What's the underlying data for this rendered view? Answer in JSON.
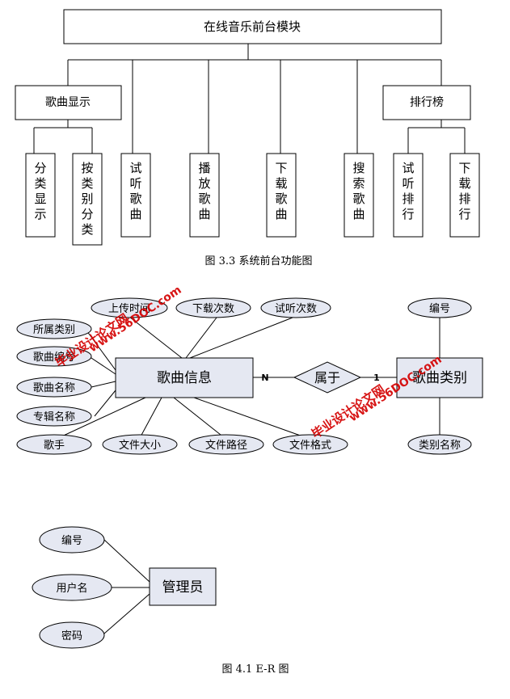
{
  "function_diagram": {
    "root": "在线音乐前台模块",
    "modules": {
      "song_display": "歌曲显示",
      "ranking": "排行榜"
    },
    "leaves": {
      "category_display": "分类显示",
      "by_category": "按类别分类",
      "try_listen": "试听歌曲",
      "play": "播放歌曲",
      "download": "下载歌曲",
      "search": "搜索歌曲",
      "listen_rank": "试听排行",
      "download_rank": "下载排行"
    },
    "caption": "图 3.3 系统前台功能图"
  },
  "er_diagram": {
    "song_entity": "歌曲信息",
    "relationship": "属于",
    "category_entity": "歌曲类别",
    "card_n": "N",
    "card_1": "1",
    "song_attributes": {
      "upload_time": "上传时间",
      "download_count": "下载次数",
      "listen_count": "试听次数",
      "category_ref": "所属类别",
      "song_number": "歌曲编号",
      "song_name": "歌曲名称",
      "album_name": "专辑名称",
      "singer": "歌手",
      "file_size": "文件大小",
      "file_path": "文件路径",
      "file_format": "文件格式"
    },
    "category_attributes": {
      "id": "编号",
      "name": "类别名称"
    },
    "admin_entity": "管理员",
    "admin_attributes": {
      "id": "编号",
      "username": "用户名",
      "password": "密码"
    },
    "caption": "图 4.1 E-R 图"
  },
  "watermarks": {
    "brand": "毕业设计论文网",
    "url": "www.56DOC.com"
  },
  "colors": {
    "entity_fill": "#e5e8f2",
    "attr_fill": "#e5e8f2",
    "stroke": "#000000",
    "watermark": "#d40000"
  }
}
